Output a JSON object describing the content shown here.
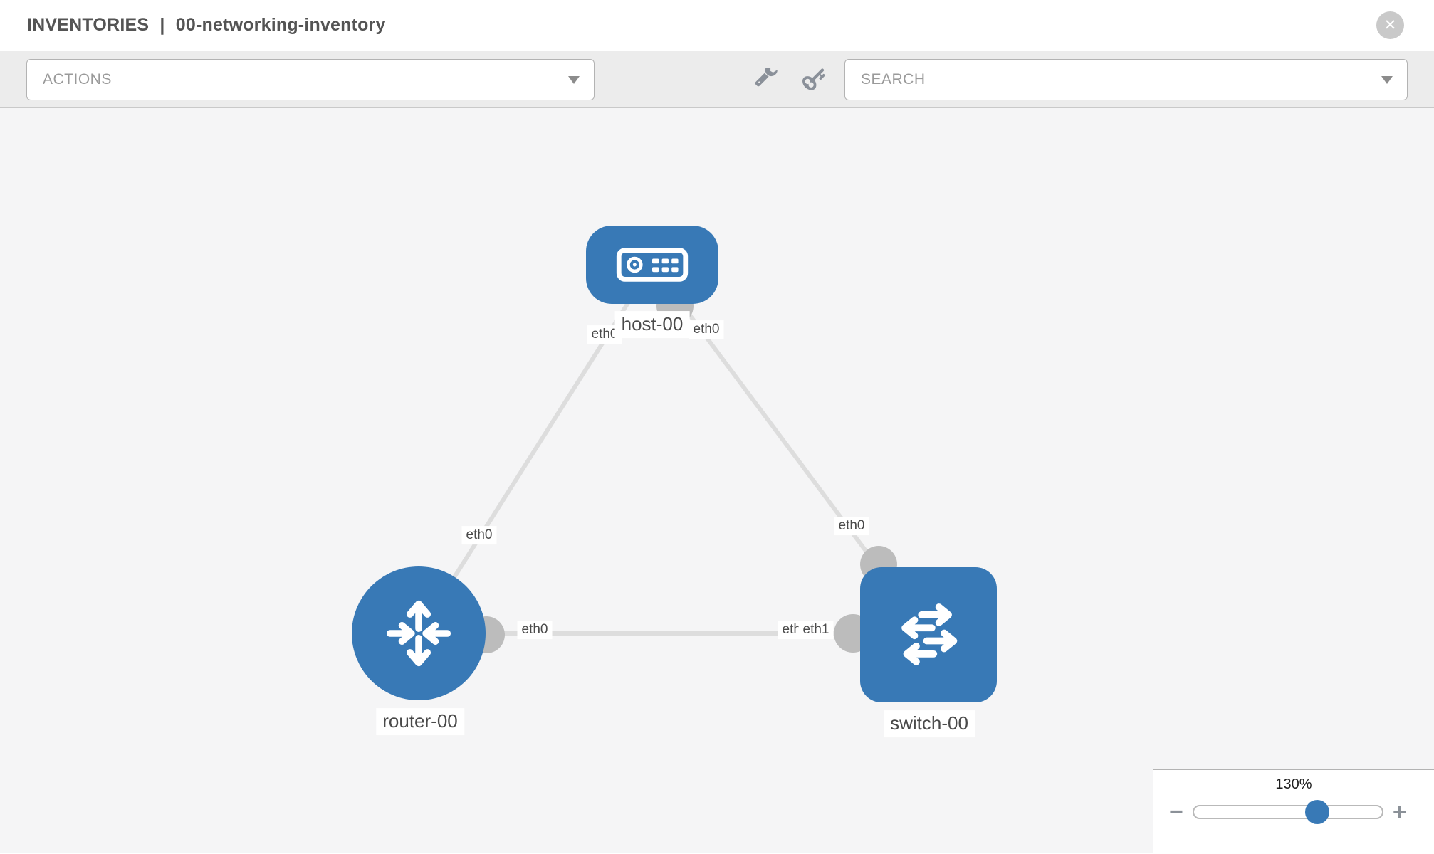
{
  "header": {
    "section": "INVENTORIES",
    "separator": "|",
    "item_name": "00-networking-inventory",
    "close_glyph": "✕",
    "close_icon_name": "circle-x-close-icon"
  },
  "toolbar": {
    "actions_label": "ACTIONS",
    "search_label": "SEARCH",
    "icons": [
      "wrench-icon",
      "key-icon",
      "caret-down-icon"
    ]
  },
  "topology": {
    "nodes": [
      {
        "id": "host-00",
        "label": "host-00",
        "type": "host",
        "icon": "server-icon"
      },
      {
        "id": "router-00",
        "label": "router-00",
        "type": "router",
        "icon": "router-arrows-icon"
      },
      {
        "id": "switch-00",
        "label": "switch-00",
        "type": "switch",
        "icon": "switch-arrows-icon"
      }
    ],
    "links": [
      {
        "a": "host-00",
        "a_if": "eth0",
        "b": "router-00",
        "b_if": "eth0"
      },
      {
        "a": "host-00",
        "a_if": "eth0",
        "b": "switch-00",
        "b_if": "eth0"
      },
      {
        "a": "router-00",
        "a_if": "eth0",
        "b": "switch-00",
        "b_if": "eth1",
        "b_if_overlapped": "eth0"
      }
    ],
    "colors": {
      "node_blue": "#3879b6",
      "port_gray": "#bcbcbc",
      "link_gray": "#dddddd"
    }
  },
  "zoom_control": {
    "level": "130%",
    "minus": "−",
    "plus": "+"
  }
}
